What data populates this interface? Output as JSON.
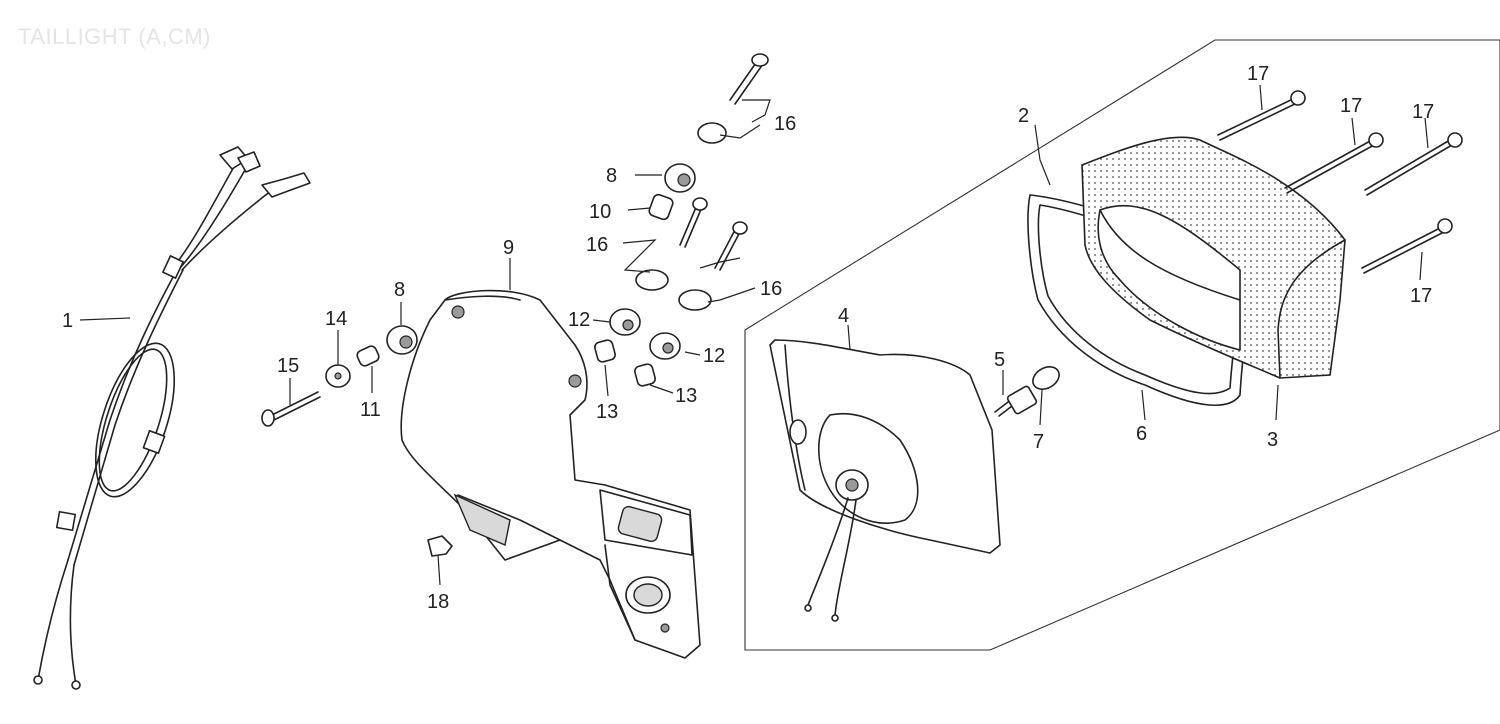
{
  "title": "TAILLIGHT (A,CM)",
  "callouts": {
    "c1": "1",
    "c2": "2",
    "c3": "3",
    "c4": "4",
    "c5": "5",
    "c6": "6",
    "c7": "7",
    "c8a": "8",
    "c8b": "8",
    "c9": "9",
    "c10": "10",
    "c11": "11",
    "c12a": "12",
    "c12b": "12",
    "c13a": "13",
    "c13b": "13",
    "c14": "14",
    "c15": "15",
    "c16a": "16",
    "c16b": "16",
    "c16c": "16",
    "c17a": "17",
    "c17b": "17",
    "c17c": "17",
    "c17d": "17",
    "c18": "18"
  }
}
